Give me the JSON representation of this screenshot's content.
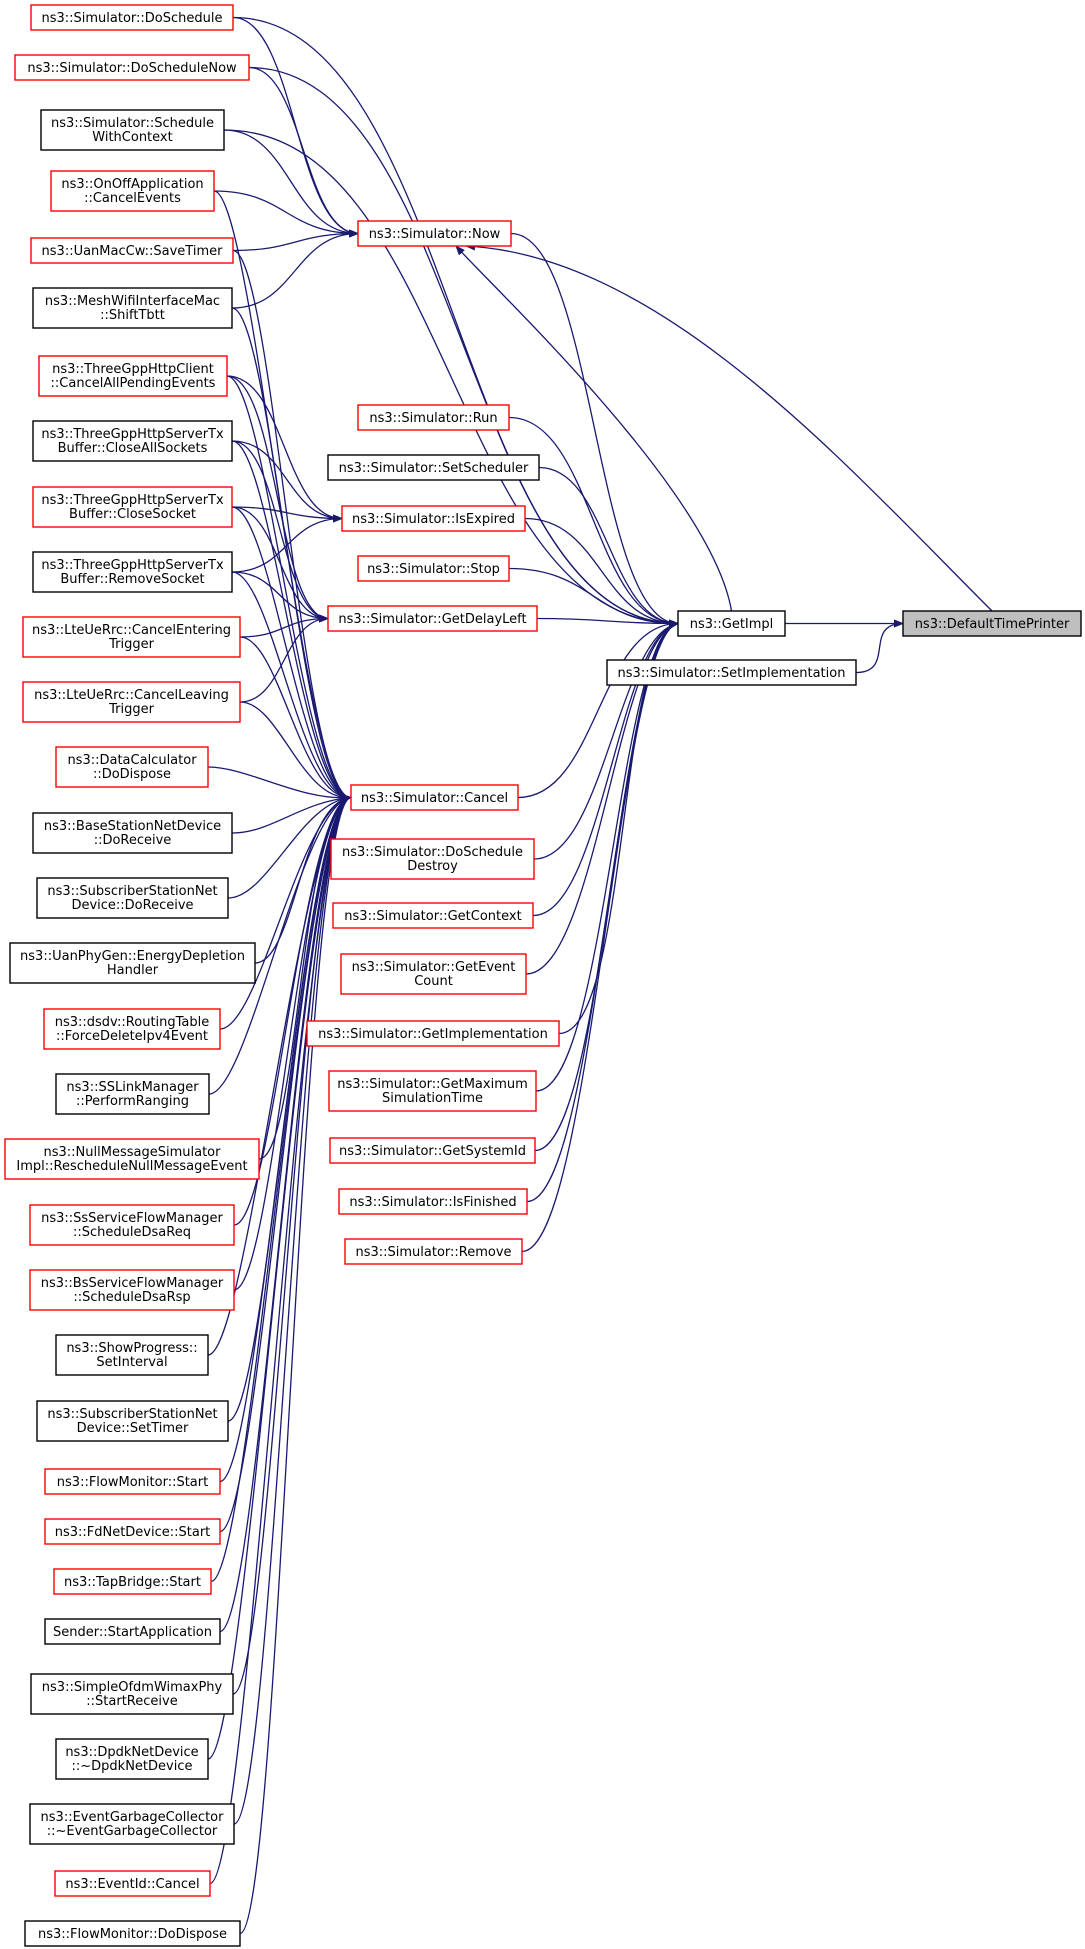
{
  "graph": {
    "colors": {
      "edge": "#191970",
      "border_red": "#ff0000",
      "border_black": "#000000",
      "root_fill": "#bfbfbf"
    },
    "nodes": {
      "root": {
        "lines": [
          "ns3::DefaultTimePrinter"
        ]
      },
      "getimpl": {
        "lines": [
          "ns3::GetImpl"
        ]
      },
      "setimpl": {
        "lines": [
          "ns3::Simulator::SetImplementation"
        ]
      },
      "now": {
        "lines": [
          "ns3::Simulator::Now"
        ]
      },
      "run": {
        "lines": [
          "ns3::Simulator::Run"
        ]
      },
      "setsched": {
        "lines": [
          "ns3::Simulator::SetScheduler"
        ]
      },
      "isexpired": {
        "lines": [
          "ns3::Simulator::IsExpired"
        ]
      },
      "stop": {
        "lines": [
          "ns3::Simulator::Stop"
        ]
      },
      "getdelay": {
        "lines": [
          "ns3::Simulator::GetDelayLeft"
        ]
      },
      "cancel": {
        "lines": [
          "ns3::Simulator::Cancel"
        ]
      },
      "doschedestroy": {
        "lines": [
          "ns3::Simulator::DoSchedule",
          "Destroy"
        ]
      },
      "getcontext": {
        "lines": [
          "ns3::Simulator::GetContext"
        ]
      },
      "geteventcount": {
        "lines": [
          "ns3::Simulator::GetEvent",
          "Count"
        ]
      },
      "getimplementation": {
        "lines": [
          "ns3::Simulator::GetImplementation"
        ]
      },
      "getmaxsim": {
        "lines": [
          "ns3::Simulator::GetMaximum",
          "SimulationTime"
        ]
      },
      "getsysid": {
        "lines": [
          "ns3::Simulator::GetSystemId"
        ]
      },
      "isfinished": {
        "lines": [
          "ns3::Simulator::IsFinished"
        ]
      },
      "remove": {
        "lines": [
          "ns3::Simulator::Remove"
        ]
      },
      "dosched": {
        "lines": [
          "ns3::Simulator::DoSchedule"
        ]
      },
      "doschednow": {
        "lines": [
          "ns3::Simulator::DoScheduleNow"
        ]
      },
      "schedctx": {
        "lines": [
          "ns3::Simulator::Schedule",
          "WithContext"
        ]
      },
      "onoff": {
        "lines": [
          "ns3::OnOffApplication",
          "::CancelEvents"
        ]
      },
      "uanmac": {
        "lines": [
          "ns3::UanMacCw::SaveTimer"
        ]
      },
      "meshwifi": {
        "lines": [
          "ns3::MeshWifiInterfaceMac",
          "::ShiftTbtt"
        ]
      },
      "http3client": {
        "lines": [
          "ns3::ThreeGppHttpClient",
          "::CancelAllPendingEvents"
        ]
      },
      "httpcloseall": {
        "lines": [
          "ns3::ThreeGppHttpServerTx",
          "Buffer::CloseAllSockets"
        ]
      },
      "httpclose": {
        "lines": [
          "ns3::ThreeGppHttpServerTx",
          "Buffer::CloseSocket"
        ]
      },
      "httpremove": {
        "lines": [
          "ns3::ThreeGppHttpServerTx",
          "Buffer::RemoveSocket"
        ]
      },
      "lteenter": {
        "lines": [
          "ns3::LteUeRrc::CancelEntering",
          "Trigger"
        ]
      },
      "lteleave": {
        "lines": [
          "ns3::LteUeRrc::CancelLeaving",
          "Trigger"
        ]
      },
      "datacalc": {
        "lines": [
          "ns3::DataCalculator",
          "::DoDispose"
        ]
      },
      "bsnet": {
        "lines": [
          "ns3::BaseStationNetDevice",
          "::DoReceive"
        ]
      },
      "ssnetrecv": {
        "lines": [
          "ns3::SubscriberStationNet",
          "Device::DoReceive"
        ]
      },
      "uanphy": {
        "lines": [
          "ns3::UanPhyGen::EnergyDepletion",
          "Handler"
        ]
      },
      "dsdv": {
        "lines": [
          "ns3::dsdv::RoutingTable",
          "::ForceDeleteIpv4Event"
        ]
      },
      "sslink": {
        "lines": [
          "ns3::SSLinkManager",
          "::PerformRanging"
        ]
      },
      "nullmsg": {
        "lines": [
          "ns3::NullMessageSimulator",
          "Impl::RescheduleNullMessageEvent"
        ]
      },
      "ssflow": {
        "lines": [
          "ns3::SsServiceFlowManager",
          "::ScheduleDsaReq"
        ]
      },
      "bsflow": {
        "lines": [
          "ns3::BsServiceFlowManager",
          "::ScheduleDsaRsp"
        ]
      },
      "showprog": {
        "lines": [
          "ns3::ShowProgress::",
          "SetInterval"
        ]
      },
      "sstimer": {
        "lines": [
          "ns3::SubscriberStationNet",
          "Device::SetTimer"
        ]
      },
      "flowstart": {
        "lines": [
          "ns3::FlowMonitor::Start"
        ]
      },
      "fdstart": {
        "lines": [
          "ns3::FdNetDevice::Start"
        ]
      },
      "tapstart": {
        "lines": [
          "ns3::TapBridge::Start"
        ]
      },
      "sender": {
        "lines": [
          "Sender::StartApplication"
        ]
      },
      "simpleofdm": {
        "lines": [
          "ns3::SimpleOfdmWimaxPhy",
          "::StartReceive"
        ]
      },
      "dpdk": {
        "lines": [
          "ns3::DpdkNetDevice",
          "::~DpdkNetDevice"
        ]
      },
      "eventgc": {
        "lines": [
          "ns3::EventGarbageCollector",
          "::~EventGarbageCollector"
        ]
      },
      "eventid": {
        "lines": [
          "ns3::EventId::Cancel"
        ]
      },
      "flowdispose": {
        "lines": [
          "ns3::FlowMonitor::DoDispose"
        ]
      }
    }
  }
}
